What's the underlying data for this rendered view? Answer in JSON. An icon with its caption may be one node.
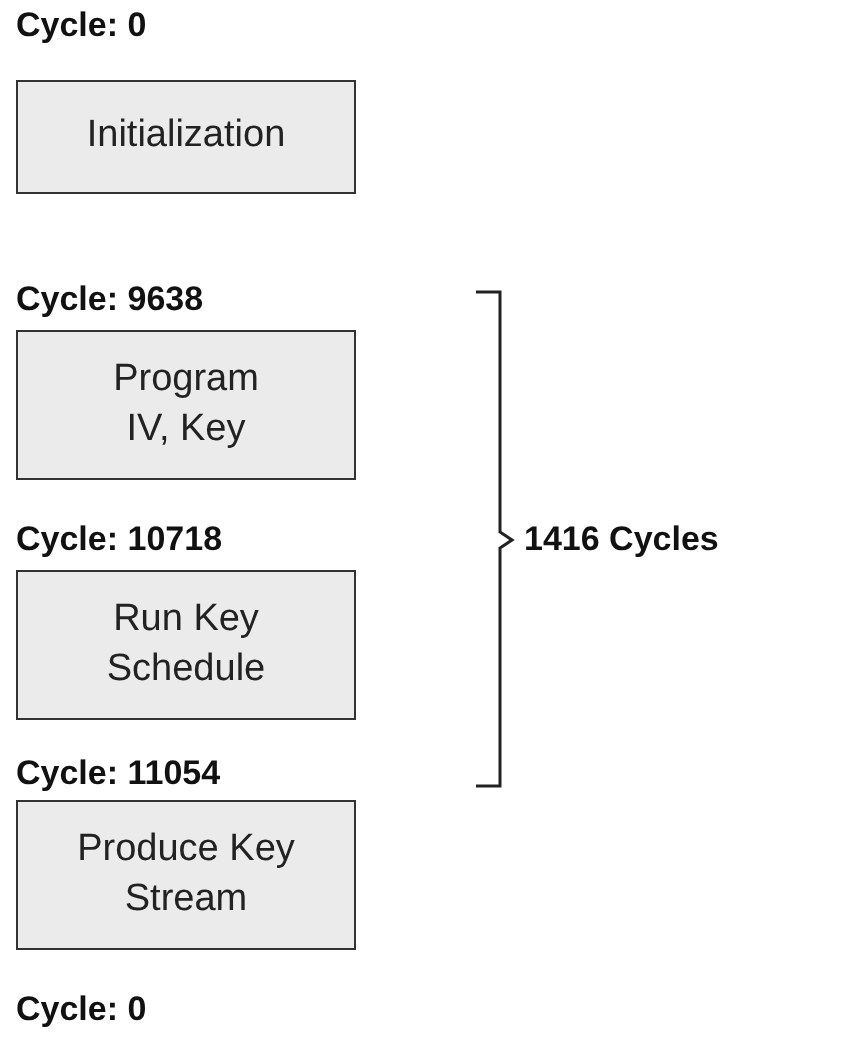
{
  "diagram": {
    "nodes": [
      {
        "text": [
          "Initialization"
        ]
      },
      {
        "text": [
          "Program IV, Key"
        ]
      },
      {
        "text": [
          "Run Key Schedule"
        ]
      },
      {
        "text": [
          "Produce Key Stream"
        ]
      }
    ],
    "labels": [
      "Cycle: 0",
      "Cycle: 9638",
      "Cycle: 10718",
      "Cycle: 11054",
      "Cycle: 0",
      "1416 Cycles"
    ]
  }
}
